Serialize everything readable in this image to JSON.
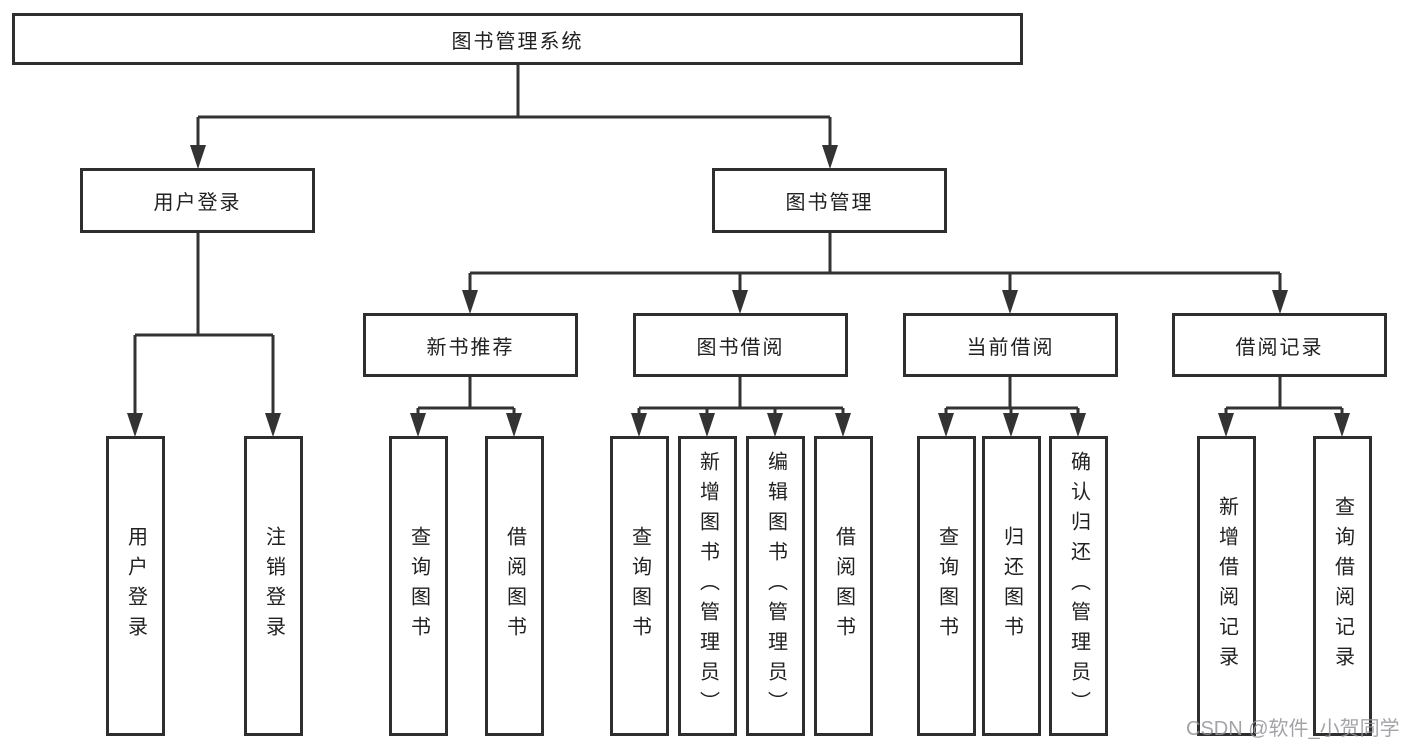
{
  "colors": {
    "line": "#333333",
    "box_border": "#2e2e2e",
    "text": "#212121",
    "watermark": "#98989d",
    "background": "#ffffff"
  },
  "tree": {
    "label": "图书管理系统",
    "children": [
      {
        "label": "用户登录",
        "children": [
          {
            "label": "用户登录"
          },
          {
            "label": "注销登录"
          }
        ]
      },
      {
        "label": "图书管理",
        "children": [
          {
            "label": "新书推荐",
            "children": [
              {
                "label": "查询图书"
              },
              {
                "label": "借阅图书"
              }
            ]
          },
          {
            "label": "图书借阅",
            "children": [
              {
                "label": "查询图书"
              },
              {
                "label": "新增图书（管理员）"
              },
              {
                "label": "编辑图书（管理员）"
              },
              {
                "label": "借阅图书"
              }
            ]
          },
          {
            "label": "当前借阅",
            "children": [
              {
                "label": "查询图书"
              },
              {
                "label": "归还图书"
              },
              {
                "label": "确认归还（管理员）"
              }
            ]
          },
          {
            "label": "借阅记录",
            "children": [
              {
                "label": "新增借阅记录"
              },
              {
                "label": "查询借阅记录"
              }
            ]
          }
        ]
      }
    ]
  },
  "watermark": "CSDN @软件_小贺同学"
}
